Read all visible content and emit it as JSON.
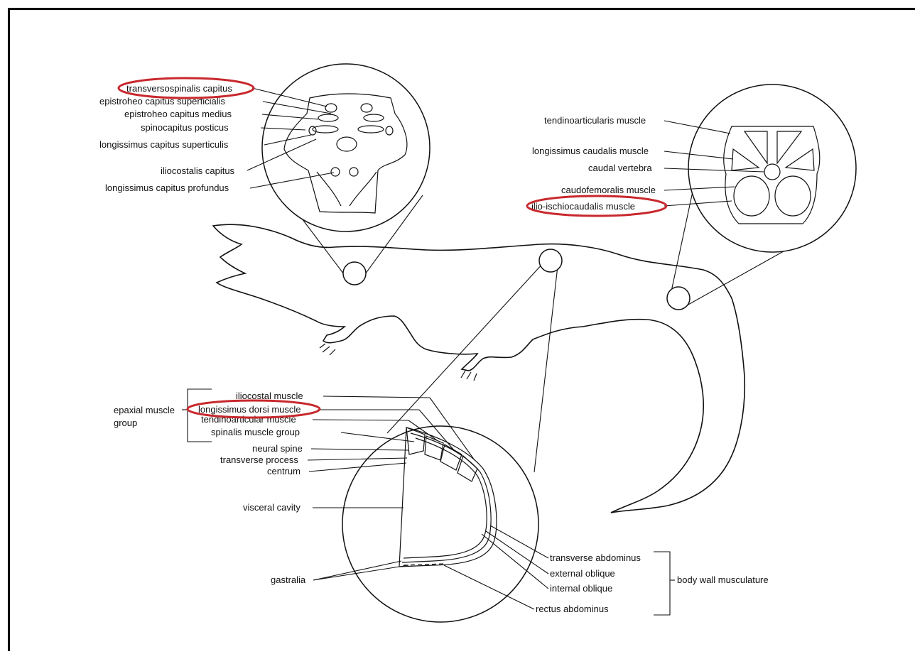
{
  "colors": {
    "highlight": "#c8282d",
    "ink": "#111111"
  },
  "head_section": {
    "labels": [
      "transversospinalis capitus",
      "epistroheo capitus superficialis",
      "epistroheo capitus medius",
      "spinocapitus posticus",
      "longissimus capitus superticulis",
      "iliocostalis capitus",
      "longissimus capitus profundus"
    ],
    "highlighted": "transversospinalis capitus"
  },
  "tail_section": {
    "labels": [
      "tendinoarticularis muscle",
      "longissimus caudalis muscle",
      "caudal vertebra",
      "caudofemoralis muscle",
      "ilio-ischiocaudalis muscle"
    ],
    "highlighted": "ilio-ischiocaudalis muscle"
  },
  "trunk_section": {
    "epaxial_group_line1": "epaxial muscle",
    "epaxial_group_line2": "group",
    "labels": [
      "iliocostal muscle",
      "longissimus dorsi muscle",
      "tendinoarticular muscle",
      "spinalis muscle group",
      "neural spine",
      "transverse process",
      "centrum",
      "visceral cavity",
      "gastralia"
    ],
    "highlighted": "longissimus dorsi muscle",
    "body_wall_labels": [
      "transverse abdominus",
      "external oblique",
      "internal oblique",
      "rectus abdominus"
    ],
    "body_wall_group": "body wall musculature"
  }
}
